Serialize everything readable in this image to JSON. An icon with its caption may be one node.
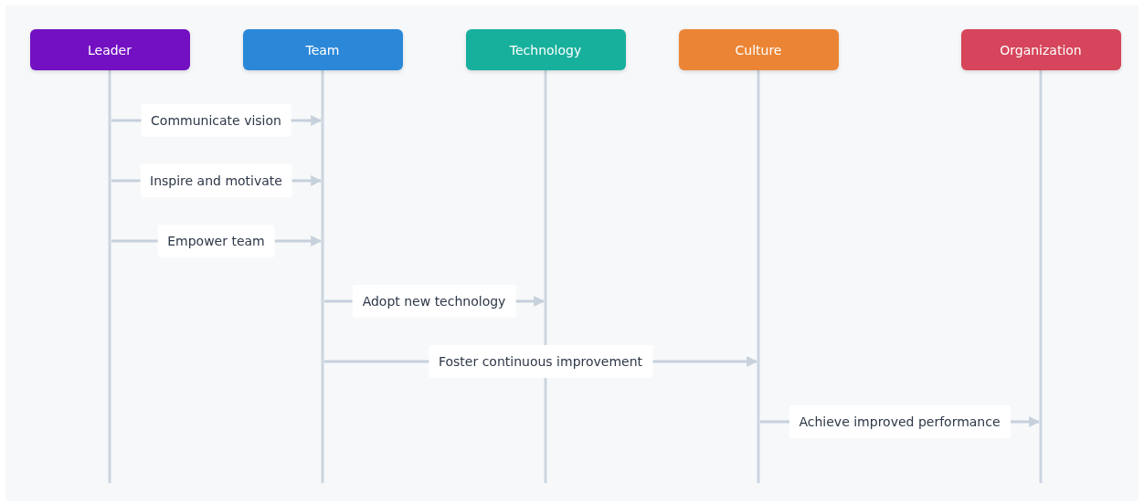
{
  "diagram": {
    "nodes": [
      {
        "text": [
          "Leader"
        ]
      },
      {
        "text": [
          "Team"
        ]
      },
      {
        "text": [
          "Technology"
        ]
      },
      {
        "text": [
          "Culture"
        ]
      },
      {
        "text": [
          "Organization"
        ]
      }
    ],
    "edges": [
      {
        "from": 0,
        "to": 1,
        "arrow": "to",
        "label": "Communicate vision"
      },
      {
        "from": 0,
        "to": 1,
        "arrow": "to",
        "label": "Inspire and motivate"
      },
      {
        "from": 0,
        "to": 1,
        "arrow": "to",
        "label": "Empower team"
      },
      {
        "from": 1,
        "to": 2,
        "arrow": "to",
        "label": "Adopt new technology"
      },
      {
        "from": 1,
        "to": 3,
        "arrow": "to",
        "label": "Foster continuous improvement"
      },
      {
        "from": 3,
        "to": 4,
        "arrow": "to",
        "label": "Achieve improved performance"
      }
    ]
  }
}
